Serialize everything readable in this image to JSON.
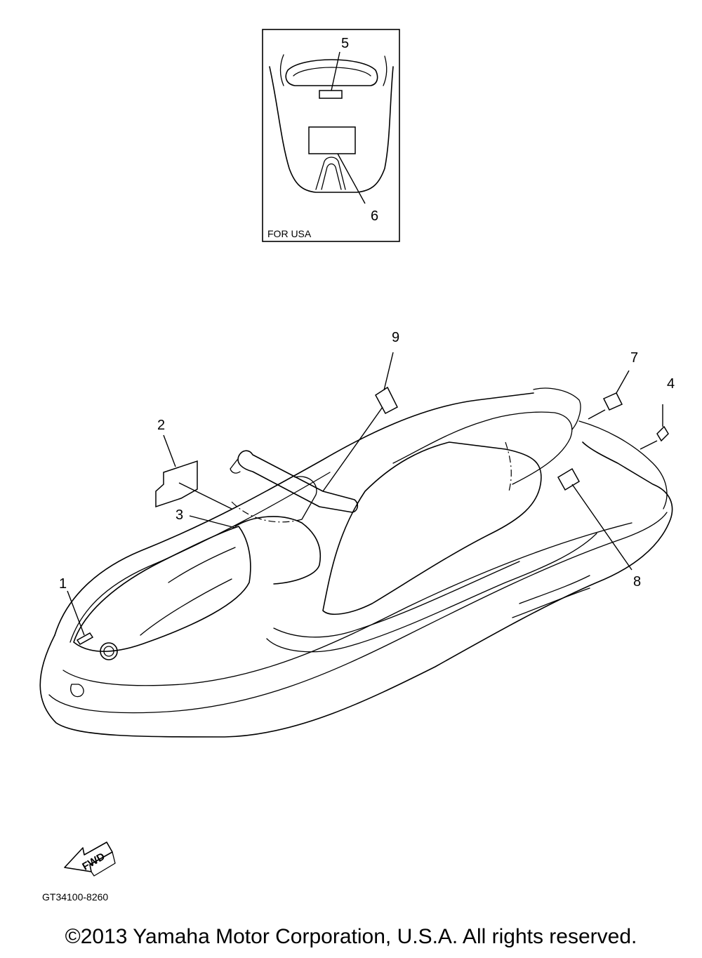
{
  "inset": {
    "label": "FOR USA",
    "callouts": [
      "5",
      "6"
    ]
  },
  "callouts": {
    "c1": "1",
    "c2": "2",
    "c3": "3",
    "c4": "4",
    "c5": "5",
    "c6": "6",
    "c7": "7",
    "c8": "8",
    "c9": "9"
  },
  "fwd_arrow": {
    "label": "FWD",
    "icon": "fwd-arrow-icon"
  },
  "diagram_code": "GT34100-8260",
  "copyright": "©2013 Yamaha Motor Corporation, U.S.A. All rights reserved."
}
